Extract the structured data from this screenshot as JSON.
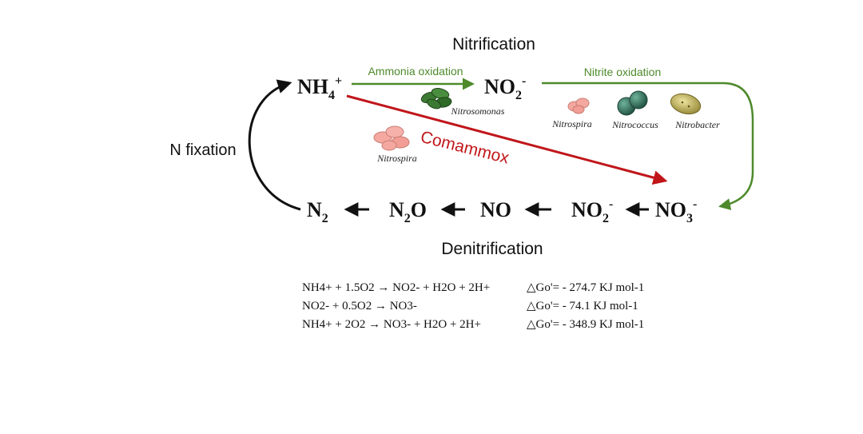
{
  "headings": {
    "nitrification": "Nitrification",
    "denitrification": "Denitrification",
    "n_fixation": "N fixation"
  },
  "processes": {
    "ammonia_oxidation": "Ammonia oxidation",
    "nitrite_oxidation": "Nitrite oxidation",
    "comammox": "Comammox"
  },
  "organisms": {
    "nitrosomonas": "Nitrosomonas",
    "nitrospira_top": "Nitrospira",
    "nitrococcus": "Nitrococcus",
    "nitrobacter": "Nitrobacter",
    "nitrospira_comammox": "Nitrospira"
  },
  "compounds": {
    "nh4": {
      "base": "NH",
      "sub": "4",
      "sup": "+"
    },
    "no2_top": {
      "base": "NO",
      "sub": "2",
      "sup": "-"
    },
    "n2": {
      "base": "N",
      "sub": "2"
    },
    "n2o": {
      "a": "N",
      "sub": "2",
      "b": "O"
    },
    "no": {
      "base": "NO"
    },
    "no2_bottom": {
      "base": "NO",
      "sub": "2",
      "sup": "-"
    },
    "no3": {
      "base": "NO",
      "sub": "3",
      "sup": "-"
    }
  },
  "equations": [
    {
      "reaction": "NH4+ + 1.5O2 → NO2- + H2O + 2H+",
      "delta_g": "△Go'= - 274.7 KJ mol-1"
    },
    {
      "reaction": "NO2- + 0.5O2 → NO3-",
      "delta_g": "△Go'= - 74.1 KJ mol-1"
    },
    {
      "reaction": "NH4+ + 2O2 → NO3- + H2O + 2H+",
      "delta_g": "△Go'= - 348.9 KJ mol-1"
    }
  ],
  "colors": {
    "green_arrow": "#4e8a2c",
    "red_arrow": "#c0161a",
    "black_arrow": "#111111",
    "nitrospira": "#f4a8a0",
    "nitrosomonas": "#3c7a33",
    "nitrococcus": "#2f6e5a",
    "nitrobacter": "#c9b95a"
  }
}
